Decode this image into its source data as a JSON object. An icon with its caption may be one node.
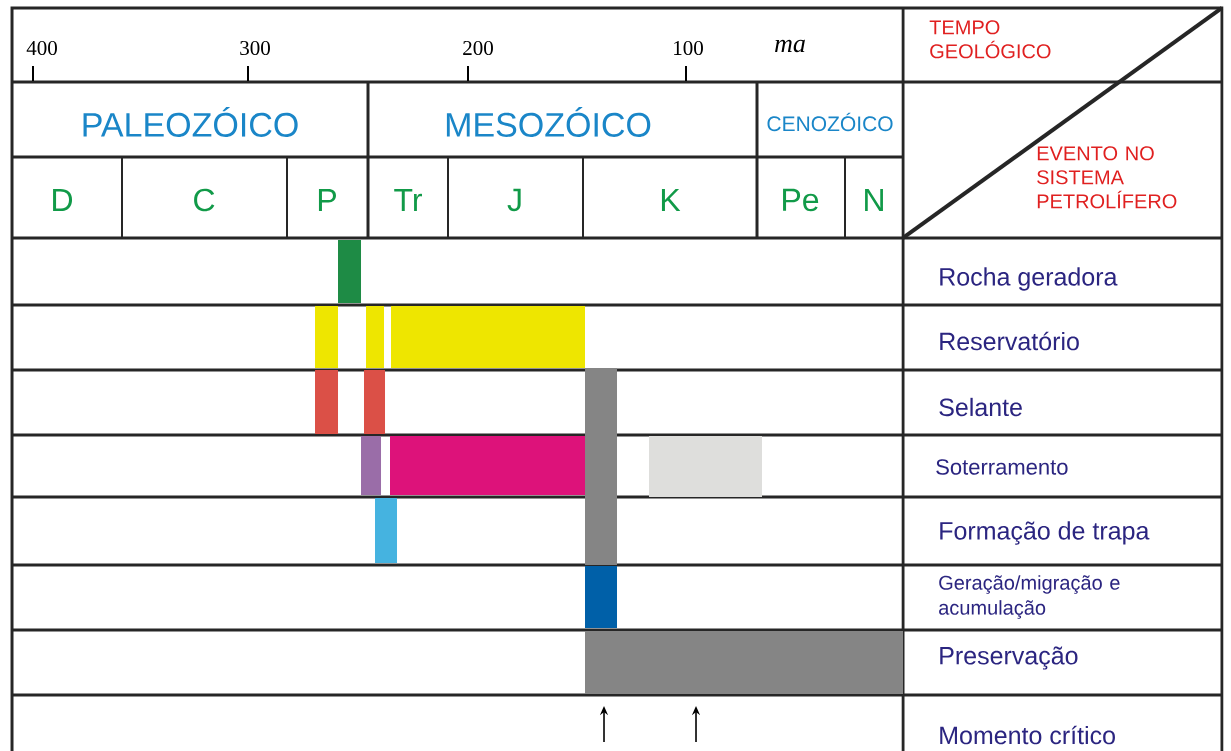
{
  "diagram": {
    "nodes": [
      {
        "text": [
          "PALEOZÓICO"
        ]
      },
      {
        "text": [
          "MESOZÓICO"
        ]
      },
      {
        "text": [
          "CENOZÓICO"
        ]
      },
      {
        "text": [
          "TEMPO GEOLÓGICO",
          "EVENTO NO SISTEMA PETROLÍFERO"
        ]
      },
      {
        "text": [
          "D"
        ]
      },
      {
        "text": [
          "C"
        ]
      },
      {
        "text": [
          "P"
        ]
      },
      {
        "text": [
          "Tr"
        ]
      },
      {
        "text": [
          "J"
        ]
      },
      {
        "text": [
          "K"
        ]
      },
      {
        "text": [
          "Pe"
        ]
      },
      {
        "text": [
          "N"
        ]
      },
      {
        "text": [
          "Rocha geradora"
        ]
      },
      {
        "text": [
          "Reservatório"
        ]
      },
      {
        "text": [
          "Selante"
        ]
      },
      {
        "text": [
          "Soterramento"
        ]
      },
      {
        "text": [
          "Formação de trapa"
        ]
      },
      {
        "text": [
          "Geração/migração e acumulação"
        ]
      },
      {
        "text": [
          "Preservação"
        ]
      },
      {
        "text": [
          "Momento crítico"
        ]
      }
    ],
    "labels": [
      "400",
      "300",
      "200",
      "100",
      "ma"
    ]
  }
}
